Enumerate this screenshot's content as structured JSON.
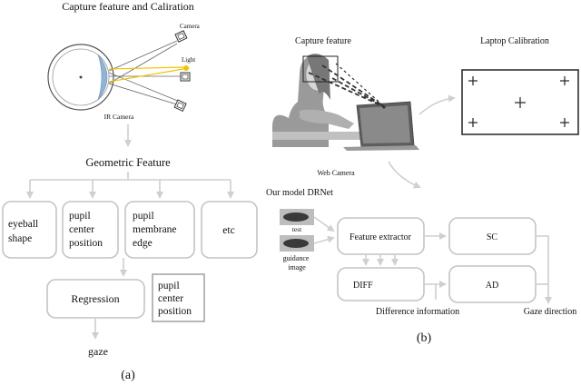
{
  "panel_a": {
    "title": "Capture feature and Caliration",
    "camera_label": "Camera",
    "light_label": "Light",
    "ir_camera_label": "IR Camera",
    "geometric_feature": "Geometric Feature",
    "features": [
      [
        "eyeball",
        "shape"
      ],
      [
        "pupil",
        "center",
        "position"
      ],
      [
        "pupil",
        "membrane",
        "edge"
      ],
      [
        "etc"
      ]
    ],
    "regression": "Regression",
    "pupil_center_position": [
      "pupil",
      "center",
      "position"
    ],
    "gaze": "gaze",
    "label": "(a)"
  },
  "panel_b": {
    "capture_feature": "Capture feature",
    "laptop_calibration": "Laptop Calibration",
    "web_camera": "Web Camera",
    "model_title": "Our model  DRNet",
    "test_label": "test",
    "guidance_label": [
      "guidance",
      "image"
    ],
    "feature_extractor": "Feature extractor",
    "sc": "SC",
    "diff": "DIFF",
    "ad": "AD",
    "difference_information": "Difference information",
    "gaze_direction": "Gaze direction",
    "label": "(b)"
  },
  "colors": {
    "box_stroke": "#c4c4c4",
    "arrow": "#cfcfcf",
    "light_beam": "#f2c300",
    "eye_iris": "#8fb4d8"
  }
}
